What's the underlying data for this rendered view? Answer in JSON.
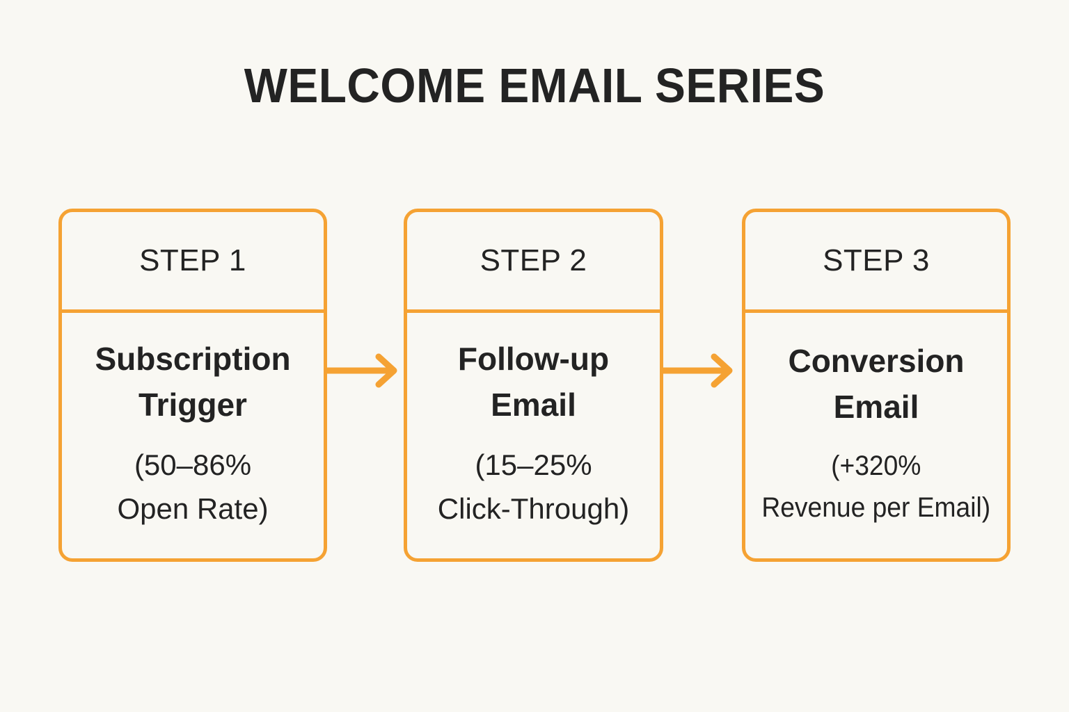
{
  "page": {
    "title": "WELCOME EMAIL SERIES",
    "background_color": "#F9F8F3",
    "accent_color": "#F5A233",
    "text_color": "#232323"
  },
  "flow": {
    "type": "horizontal-step-flow",
    "steps": [
      {
        "header": "STEP 1",
        "title": "Subscription\nTrigger",
        "stat": "(50–86%\nOpen Rate)",
        "metric_name": "Open Rate",
        "metric_value": "50–86%"
      },
      {
        "header": "STEP 2",
        "title": "Follow-up\nEmail",
        "stat": "(15–25%\nClick-Through)",
        "metric_name": "Click-Through",
        "metric_value": "15–25%"
      },
      {
        "header": "STEP 3",
        "title": "Conversion\nEmail",
        "stat": "(+320%\nRevenue per Email)",
        "metric_name": "Revenue per Email",
        "metric_value": "+320%"
      }
    ],
    "connectors": [
      {
        "icon": "arrow-right-icon",
        "from": "STEP 1",
        "to": "STEP 2"
      },
      {
        "icon": "arrow-right-icon",
        "from": "STEP 2",
        "to": "STEP 3"
      }
    ]
  }
}
